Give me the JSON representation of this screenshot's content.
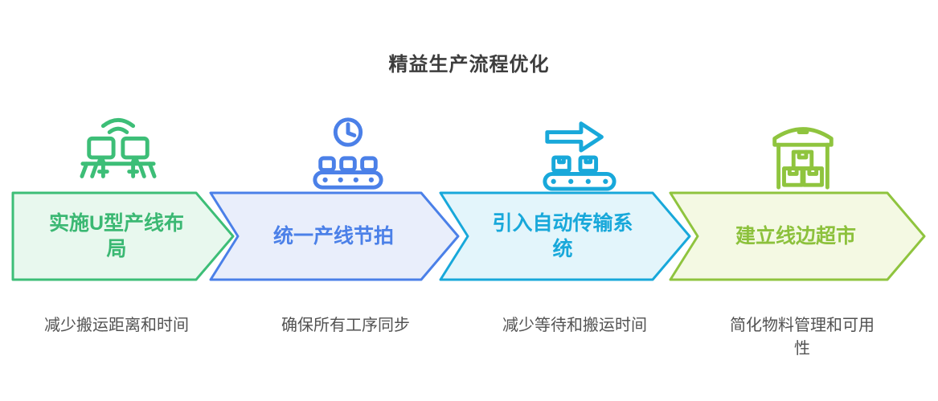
{
  "title": "精益生产流程优化",
  "steps": [
    {
      "label": "实施U型产线布局",
      "description": "减少搬运距离和时间",
      "icon": "workstations-wifi-icon",
      "accent_color": "#3dbe77",
      "fill_color": "#e8f8ee"
    },
    {
      "label": "统一产线节拍",
      "description": "确保所有工序同步",
      "icon": "clock-conveyor-icon",
      "accent_color": "#4b80e8",
      "fill_color": "#e9eefb"
    },
    {
      "label": "引入自动传输系统",
      "description": "减少等待和搬运时间",
      "icon": "arrow-conveyor-icon",
      "accent_color": "#18a8da",
      "fill_color": "#e3f5fb"
    },
    {
      "label": "建立线边超市",
      "description": "简化物料管理和可用性",
      "icon": "warehouse-boxes-icon",
      "accent_color": "#8fc43e",
      "fill_color": "#f4f9e3"
    }
  ]
}
